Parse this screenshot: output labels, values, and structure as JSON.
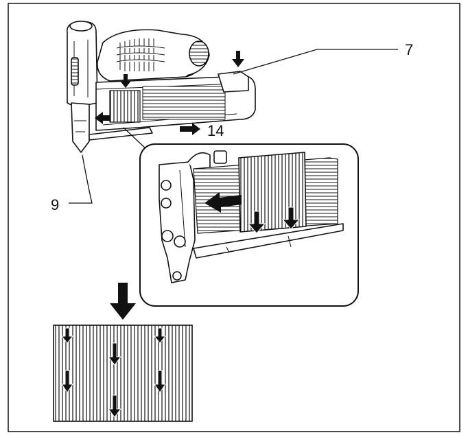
{
  "callouts": {
    "label_7": "7",
    "label_9": "9",
    "label_14": "14"
  },
  "colors": {
    "ink": "#111111",
    "background": "#ffffff"
  }
}
